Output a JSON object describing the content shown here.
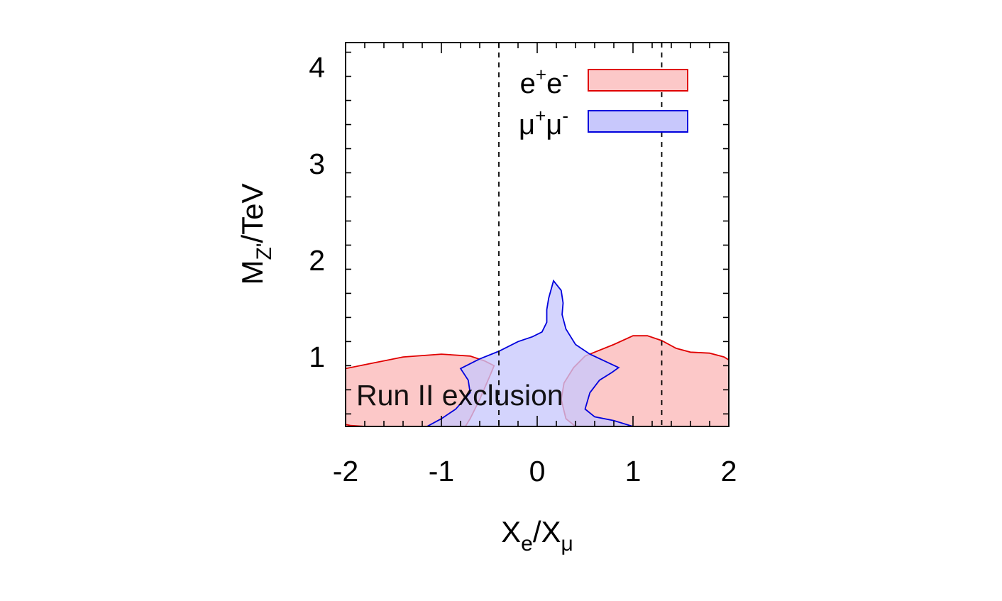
{
  "chart_data": {
    "type": "area",
    "xlabel": {
      "base": "X",
      "sub1": "e",
      "mid": "/X",
      "sub2": "μ"
    },
    "ylabel": {
      "base": "M",
      "sub": "Z'",
      "rest": "/TeV"
    },
    "xlim": [
      -2,
      2
    ],
    "ylim": [
      0.27,
      4.25
    ],
    "xticks": [
      -2,
      -1,
      0,
      1,
      2
    ],
    "xtick_labels": [
      "-2",
      "-1",
      "0",
      "1",
      "2"
    ],
    "yticks": [
      1,
      2,
      3,
      4
    ],
    "ytick_labels": [
      "1",
      "2",
      "3",
      "4"
    ],
    "grid": false,
    "legend_position": "top-right",
    "vlines": [
      -0.4,
      1.3
    ],
    "annotation": "Run II exclusion",
    "series": [
      {
        "legend": {
          "base": "e",
          "sup1": "+",
          "mid": "e",
          "sup2": "-"
        },
        "fill": "#fcc8c8",
        "stroke": "#e00000",
        "regions": [
          [
            [
              -2,
              0.87
            ],
            [
              -1.7,
              0.93
            ],
            [
              -1.4,
              0.99
            ],
            [
              -1.0,
              1.02
            ],
            [
              -0.7,
              1.0
            ],
            [
              -0.55,
              0.95
            ],
            [
              -0.45,
              0.9
            ],
            [
              -0.5,
              0.78
            ],
            [
              -0.6,
              0.55
            ],
            [
              -0.7,
              0.35
            ],
            [
              -0.75,
              0.27
            ],
            [
              -1.8,
              0.27
            ],
            [
              -1.95,
              0.28
            ],
            [
              -2,
              0.29
            ]
          ],
          [
            [
              0.6,
              1.04
            ],
            [
              0.8,
              1.12
            ],
            [
              1.0,
              1.21
            ],
            [
              1.15,
              1.21
            ],
            [
              1.3,
              1.16
            ],
            [
              1.45,
              1.08
            ],
            [
              1.6,
              1.04
            ],
            [
              1.8,
              1.03
            ],
            [
              1.95,
              0.99
            ],
            [
              2,
              0.96
            ],
            [
              2,
              0.27
            ],
            [
              0.4,
              0.27
            ],
            [
              0.3,
              0.35
            ],
            [
              0.25,
              0.55
            ],
            [
              0.28,
              0.72
            ],
            [
              0.38,
              0.88
            ],
            [
              0.5,
              1.0
            ]
          ]
        ]
      },
      {
        "legend": {
          "base": "μ",
          "sup1": "+",
          "mid": "μ",
          "sup2": "-"
        },
        "fill": "#c8c8fc",
        "stroke": "#0000dd",
        "regions": [
          [
            [
              -0.8,
              0.87
            ],
            [
              -0.6,
              0.97
            ],
            [
              -0.4,
              1.05
            ],
            [
              -0.2,
              1.15
            ],
            [
              -0.05,
              1.2
            ],
            [
              0.05,
              1.25
            ],
            [
              0.1,
              1.35
            ],
            [
              0.1,
              1.48
            ],
            [
              0.12,
              1.6
            ],
            [
              0.17,
              1.78
            ],
            [
              0.25,
              1.68
            ],
            [
              0.27,
              1.55
            ],
            [
              0.26,
              1.43
            ],
            [
              0.3,
              1.28
            ],
            [
              0.4,
              1.12
            ],
            [
              0.55,
              1.02
            ],
            [
              0.7,
              0.95
            ],
            [
              0.85,
              0.88
            ],
            [
              0.78,
              0.83
            ],
            [
              0.65,
              0.75
            ],
            [
              0.55,
              0.62
            ],
            [
              0.5,
              0.45
            ],
            [
              0.6,
              0.37
            ],
            [
              0.8,
              0.33
            ],
            [
              1.0,
              0.27
            ],
            [
              -1.15,
              0.27
            ],
            [
              -1.0,
              0.35
            ],
            [
              -0.85,
              0.45
            ],
            [
              -0.7,
              0.62
            ],
            [
              -0.72,
              0.75
            ]
          ]
        ]
      }
    ]
  }
}
